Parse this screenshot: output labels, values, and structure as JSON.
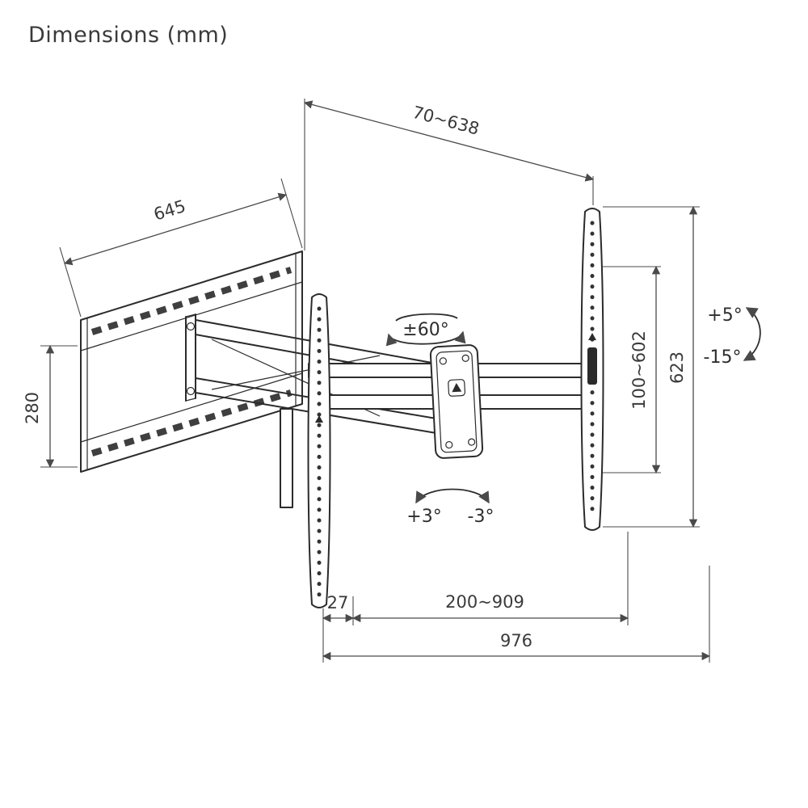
{
  "title": "Dimensions (mm)",
  "unit": "mm",
  "dimensions": {
    "wall_plate_width": "645",
    "wall_plate_height": "280",
    "extension_depth_range": "70~638",
    "vesa_hole_height_range": "100~602",
    "bracket_total_height": "623",
    "rail_thickness": "27",
    "stud_width_range": "200~909",
    "total_width": "976"
  },
  "angles": {
    "swivel_range": "±60°",
    "tilt_up": "+5°",
    "tilt_down": "-15°",
    "level_plus": "+3°",
    "level_minus": "-3°"
  },
  "colors": {
    "line": "#2b2b2b",
    "dimension": "#4a4a4a",
    "text": "#3a3a3a"
  }
}
